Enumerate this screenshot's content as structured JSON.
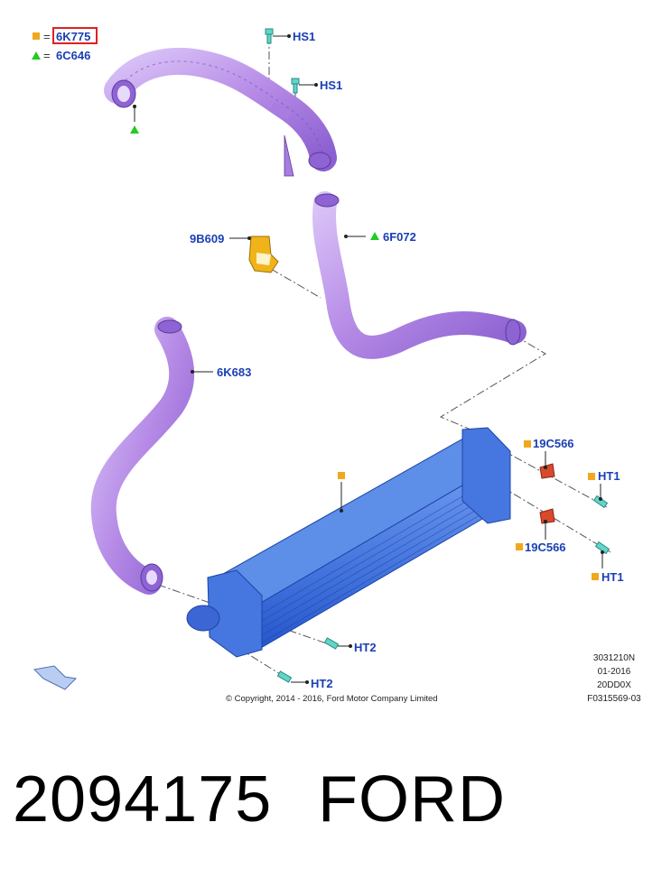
{
  "legend": {
    "square_color": "#f2a81d",
    "triangle_color": "#22cc22",
    "square_code": "6K775",
    "triangle_code": "6C646",
    "equals": "="
  },
  "labels": {
    "hs1_top": "HS1",
    "hs1_mid": "HS1",
    "clamp": "9B609",
    "upper_hose": "6F072",
    "lower_hose": "6K683",
    "clip_top": "19C566",
    "clip_bottom": "19C566",
    "ht1_top": "HT1",
    "ht1_bottom": "HT1",
    "ht2_upper": "HT2",
    "ht2_lower": "HT2"
  },
  "copyright": "© Copyright, 2014 - 2016, Ford Motor Company Limited",
  "doc_codes": [
    "3031210N",
    "01-2016",
    "20DD0X",
    "F0315569-03"
  ],
  "footer": {
    "part_number": "2094175",
    "brand": "FORD"
  },
  "colors": {
    "hose": "#b58ae6",
    "cooler": "#3a6fe0",
    "clamp": "#f0b31a",
    "clip": "#d9492c",
    "fastener": "#5fd6c9",
    "label": "#1a3fb3",
    "highlight_box": "#e02020"
  }
}
